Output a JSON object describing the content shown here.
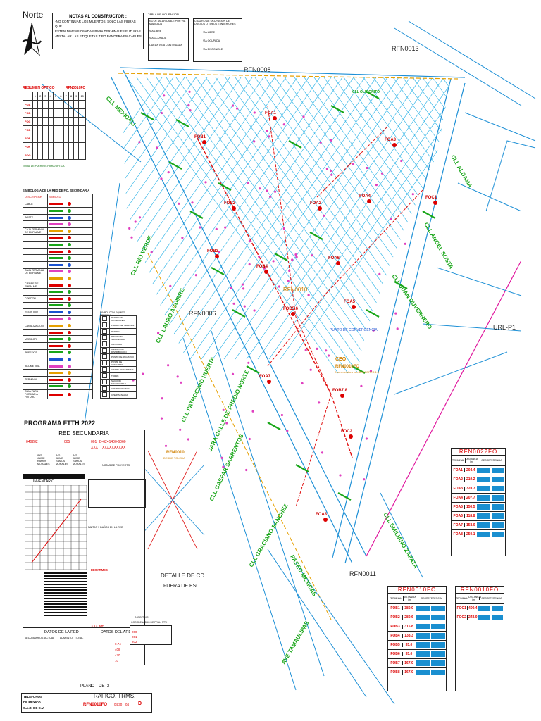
{
  "compass": {
    "label": "Norte"
  },
  "notes": {
    "title": "NOTAS AL CONSTRUCTOR :",
    "lines": [
      "-NO CONTINUAR LOS MUERTOS. SOLO LAS FIBRAS QUE",
      "ESTEN DIMENSIONADAS PARA TERMINALES FUTURAS.",
      "-INSTALAR LAS ETIQUETAS TIPO BANDERA EN CABLES."
    ]
  },
  "occupancy": {
    "title": "TABLA DE OCUPACION",
    "rows": [
      "NOTA: JALAR CABLE POR VIA MARCADA",
      "VIA LIBRE",
      "VIA OCUPADA",
      "QUEDA VIGA CONTINUADA"
    ]
  },
  "duct_legend": {
    "title": "CUADRO DE OCUPACION DE DUCTOS O TUBOS E INTERIORES",
    "rows": [
      "VIA LIBRE",
      "VIA OCUPADA",
      "VIA DISPONIBLE"
    ]
  },
  "map": {
    "rfn_labels": [
      "RFN0008",
      "RFN0013",
      "RFN0006",
      "RFN0011"
    ],
    "url_label": "URL-P1",
    "streets": [
      "CLL MEXICALI",
      "CLL ALDAMA",
      "CLL RIO VERDE",
      "CLL LAURO AGUIRRE",
      "CLL PATROCINIO HUERTA",
      "CLL GASPAR SARRENTOS",
      "CLL GRACIANO SANCHEZ",
      "CLL EMILIANO ZAPATA",
      "CLL JUAN DUVERNERO",
      "CLL ANGEL SOSTA",
      "JARA CALLE DE PREDIO NORTE",
      "PASEO MEXICAS",
      "AVE TAMAULIPAS",
      "CLL OLIGONITO"
    ],
    "foa_labels": [
      "FOA1",
      "FOA2",
      "FOA3",
      "FOA4",
      "FOA5",
      "FOA6",
      "FOA7",
      "FOA8",
      "FOB1",
      "FOB2",
      "FOB3",
      "FOB4",
      "FOB5.6",
      "FOB7.8",
      "FOC1",
      "FOC2"
    ],
    "center_label": "RFN0010",
    "ceo_label": "CEO",
    "ceo_rfn": "RFN0010FO",
    "ceo_sub": "Nomenclatura ceo DIVISORES 1:8",
    "pc_label": "PUNTO DE CONVERGENCIA",
    "detail_title": "DETALLE DE CD",
    "detail_sub": "FUERA DE ESC.",
    "detail_rfn": "RFN0010",
    "detail_rfn_sub": "DESDE TOLEDA"
  },
  "optical_summary": {
    "title": "RESUMEN OPTICO",
    "rfn": "RFN0010FO",
    "rows": [
      "FOA",
      "FOB",
      "FOC",
      "FOD",
      "FOE",
      "FOF",
      "FOG"
    ],
    "cols": [
      "1",
      "2",
      "3",
      "4",
      "5",
      "6",
      "7",
      "8",
      "9",
      "10"
    ],
    "footer": "TOTAL DE PUERTOS FIBRA OPTICA"
  },
  "symbology": {
    "title": "SIMBOLOGIA DE LA RED DE F.O. SECUNDARIA",
    "col1": "DESCRIPCION",
    "col2": "SIMBOLO",
    "rows": [
      "CABLE",
      "",
      "POSTE",
      "",
      "CAJA TERMINAL DE EMPALME",
      "",
      "",
      "",
      "",
      "",
      "CAJA TERMINAL DE EMPALME",
      "",
      "CIERRE DE EMPALME",
      "",
      "CORDON",
      "",
      "REGISTRO",
      "",
      "CANALIZACION",
      "",
      "MEDIDOR",
      "",
      "PREFIJOS",
      "",
      "ACOMETIDA",
      "",
      "TERMINAL",
      "",
      "GUIA PARA FORMAR A FUTURO"
    ]
  },
  "sym2": {
    "title": "SIMBOLOGIA EQUIPO TERMINAL",
    "rows": [
      "PEDIDO DE MATERIALES",
      "PEDIDO DE TERMINAL",
      "PEDIDO",
      "PROYECTO SECUNDARIO",
      "CRUCERO",
      "CENTRO DE DISTRIBUCION",
      "PUNTO DE REGISTRO",
      "POSTE DE CONCRETO",
      "CIERRE DE EMPALME",
      "TORRE",
      "SECCION TRANSVERSAL",
      "CTE PROYECTADA",
      "CTE INSTALADA"
    ]
  },
  "program": {
    "title": "PROGRAMA FTTH 2022",
    "subtitle": "RED SECUNDARIA",
    "code1": "040282",
    "code2": "005",
    "code3": "001",
    "code4": "XXX",
    "code5": "XXXXXXXXXX",
    "code6": "D-6241400-6060",
    "names": [
      "ING. JAIME RAMOS MORALES",
      "ING. JAIME RAMOS MORALES",
      "ING. JAIME RAMOS MORALES"
    ],
    "notes_label": "NOTAS DE PROYECTO",
    "inventory": "INVENTARIO",
    "faults": "FALTAS Y DAÑOS EN LA RED",
    "disarm": "DESARMES",
    "area_net": "DATOS DE LA RED",
    "area_data": "DATOS DEL AREA",
    "secondaries": "SECUNDARIOS",
    "actual": "ACTUAL",
    "aumento": "AUMENTO",
    "total": "TOTAL",
    "values": [
      "0.74",
      "408",
      "470",
      "10"
    ],
    "xxx_km": "XXX Km"
  },
  "coords": {
    "title": "NCO TMC",
    "sub": "COORDENADAS DE PRAL. FTTH",
    "rows": [
      "200",
      "201",
      "202"
    ]
  },
  "footer": {
    "company1": "TELEFONOS",
    "company2": "DE MEXICO",
    "company3": "S.A.B. DE C.V.",
    "plano_label": "PLANO",
    "plano_num": "1",
    "de_label": "DE",
    "plano_total": "2",
    "tramo_label": "TRAFICO, TRMS.",
    "rfn": "RFN0010FO",
    "extra": [
      "04/30",
      "04",
      "D"
    ]
  },
  "georef_tables": [
    {
      "title": "RFN0022FO",
      "h1": "TERMINAL",
      "h2": "DISTANCIA (m)",
      "h3": "GEOREFERENCIA",
      "rows": [
        [
          "FOA1",
          "204.4"
        ],
        [
          "FOA2",
          "219.2"
        ],
        [
          "FOA3",
          "328.7"
        ],
        [
          "FOA4",
          "207.7"
        ],
        [
          "FOA5",
          "150.5"
        ],
        [
          "FOA6",
          "118.8"
        ],
        [
          "FOA7",
          "158.0"
        ],
        [
          "FOA8",
          "250.1"
        ]
      ]
    },
    {
      "title": "RFN0010FO",
      "h1": "TERMINAL",
      "h2": "DISTANCIA (m)",
      "h3": "GEOREFERENCIA",
      "rows": [
        [
          "FOB1",
          "380.0"
        ],
        [
          "FOB2",
          "280.6"
        ],
        [
          "FOB3",
          "316.8"
        ],
        [
          "FOB4",
          "138.3"
        ],
        [
          "FOB5",
          "35.0"
        ],
        [
          "FOB6",
          "35.0"
        ],
        [
          "FOB7",
          "167.0"
        ],
        [
          "FOB8",
          "167.0"
        ]
      ]
    },
    {
      "title": "RFN0010FO",
      "h1": "TERMINAL",
      "h2": "DISTANCIA (m)",
      "h3": "GEOREFERENCIA",
      "rows": [
        [
          "FOC1",
          "400.4"
        ],
        [
          "FOC2",
          "243.0"
        ]
      ]
    }
  ]
}
